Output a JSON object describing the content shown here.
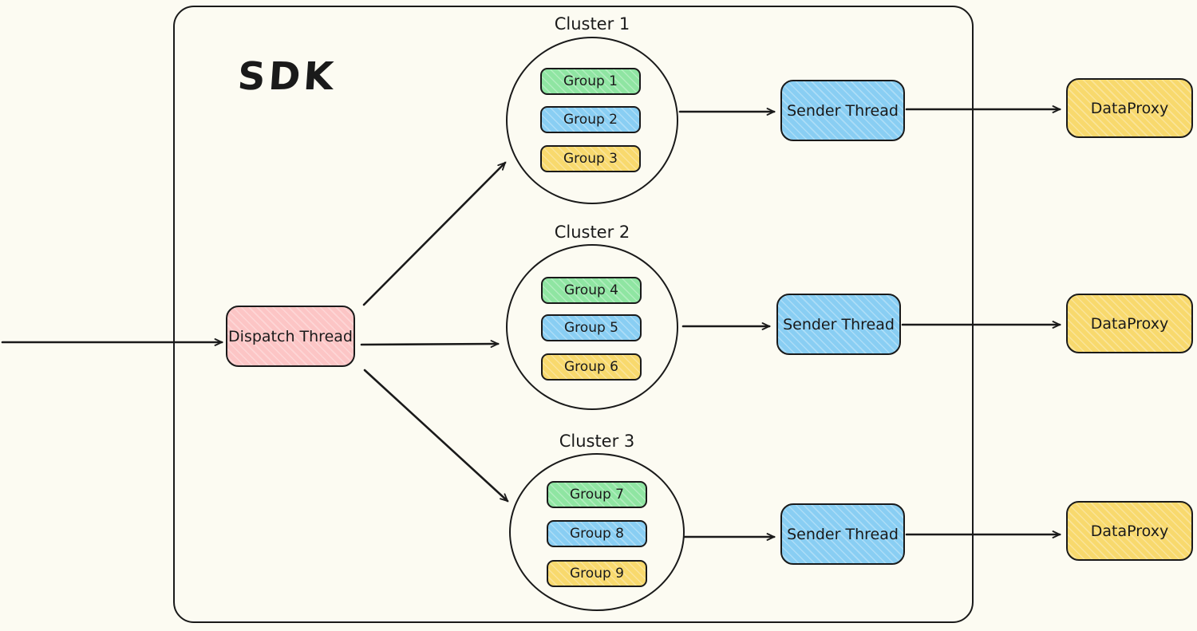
{
  "canvas": {
    "background_color": "#fcfbf2",
    "ink_color": "#1a1a1a"
  },
  "sdk": {
    "label": "SDK"
  },
  "dispatch": {
    "label": "Dispatch Thread",
    "color": "#fcc5c5"
  },
  "clusters": [
    {
      "label": "Cluster 1",
      "groups": [
        {
          "label": "Group 1",
          "color": "#8fe5a2"
        },
        {
          "label": "Group 2",
          "color": "#89cef3"
        },
        {
          "label": "Group 3",
          "color": "#f8d96d"
        }
      ]
    },
    {
      "label": "Cluster 2",
      "groups": [
        {
          "label": "Group 4",
          "color": "#8fe5a2"
        },
        {
          "label": "Group 5",
          "color": "#89cef3"
        },
        {
          "label": "Group 6",
          "color": "#f8d96d"
        }
      ]
    },
    {
      "label": "Cluster 3",
      "groups": [
        {
          "label": "Group 7",
          "color": "#8fe5a2"
        },
        {
          "label": "Group 8",
          "color": "#89cef3"
        },
        {
          "label": "Group 9",
          "color": "#f8d96d"
        }
      ]
    }
  ],
  "senders": [
    {
      "label": "Sender Thread",
      "color": "#89cef3"
    },
    {
      "label": "Sender Thread",
      "color": "#89cef3"
    },
    {
      "label": "Sender Thread",
      "color": "#89cef3"
    }
  ],
  "proxies": [
    {
      "label": "DataProxy",
      "color": "#f8d96d"
    },
    {
      "label": "DataProxy",
      "color": "#f8d96d"
    },
    {
      "label": "DataProxy",
      "color": "#f8d96d"
    }
  ]
}
